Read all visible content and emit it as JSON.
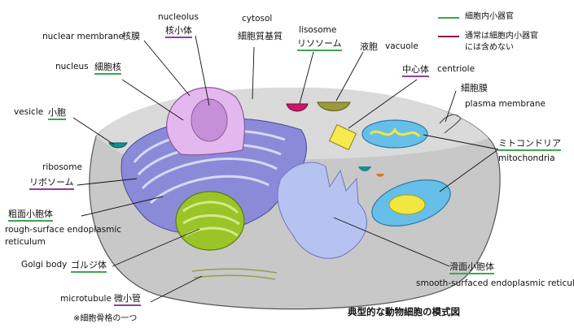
{
  "legend": {
    "organelle": {
      "label": "細胞内小器官",
      "color": "#3aa850"
    },
    "non_organelle": {
      "label_line1": "通常は細胞内小器官",
      "label_line2": "には含めない",
      "color": "#8e1b3a"
    }
  },
  "labels": {
    "nucleolus_en": "nucleolus",
    "nucleolus_jp": "核小体",
    "nuclear_membrane_en": "nuclear membrane",
    "nuclear_membrane_jp": "核膜",
    "cytosol_en": "cytosol",
    "cytosol_jp": "細胞質基質",
    "lisosome_en": "lisosome",
    "lisosome_jp": "リソソーム",
    "vacuole_jp": "液胞",
    "vacuole_en": "vacuole",
    "centriole_jp": "中心体",
    "centriole_en": "centriole",
    "plasma_membrane_jp": "細胞膜",
    "plasma_membrane_en": "plasma membrane",
    "nucleus_en": "nucleus",
    "nucleus_jp": "細胞核",
    "vesicle_en": "vesicle",
    "vesicle_jp": "小胞",
    "ribosome_en": "ribosome",
    "ribosome_jp": "リボソーム",
    "rough_er_jp": "粗面小胞体",
    "rough_er_en_1": "rough-surface endoplasmic",
    "rough_er_en_2": "reticulum",
    "golgi_en": "Golgi body",
    "golgi_jp": "ゴルジ体",
    "microtubule_en": "microtubule",
    "microtubule_jp": "微小管",
    "cytoskeleton_note": "※細胞骨格の一つ",
    "mitochondria_jp": "ミトコンドリア",
    "mitochondria_en": "mitochondria",
    "smooth_er_jp": "滑面小胞体",
    "smooth_er_en": "smooth-surfaced endoplasmic reticulum"
  },
  "title": "典型的な動物細胞の模式図",
  "colors": {
    "cell": "#c8c8c8",
    "cell_top": "#dadada",
    "nucleus": "#e4b8ee",
    "nucleolus": "#c690d8",
    "rough_er": "#8a8ad8",
    "smooth_er": "#b6c2f0",
    "golgi": "#9bc428",
    "mitochondria": "#66bfe8",
    "mito_inner": "#f2e640",
    "lysosome": "#c8186a",
    "vacuole": "#9c9a3a",
    "vesicle": "#1c8c8c",
    "centriole": "#f6ea50"
  }
}
